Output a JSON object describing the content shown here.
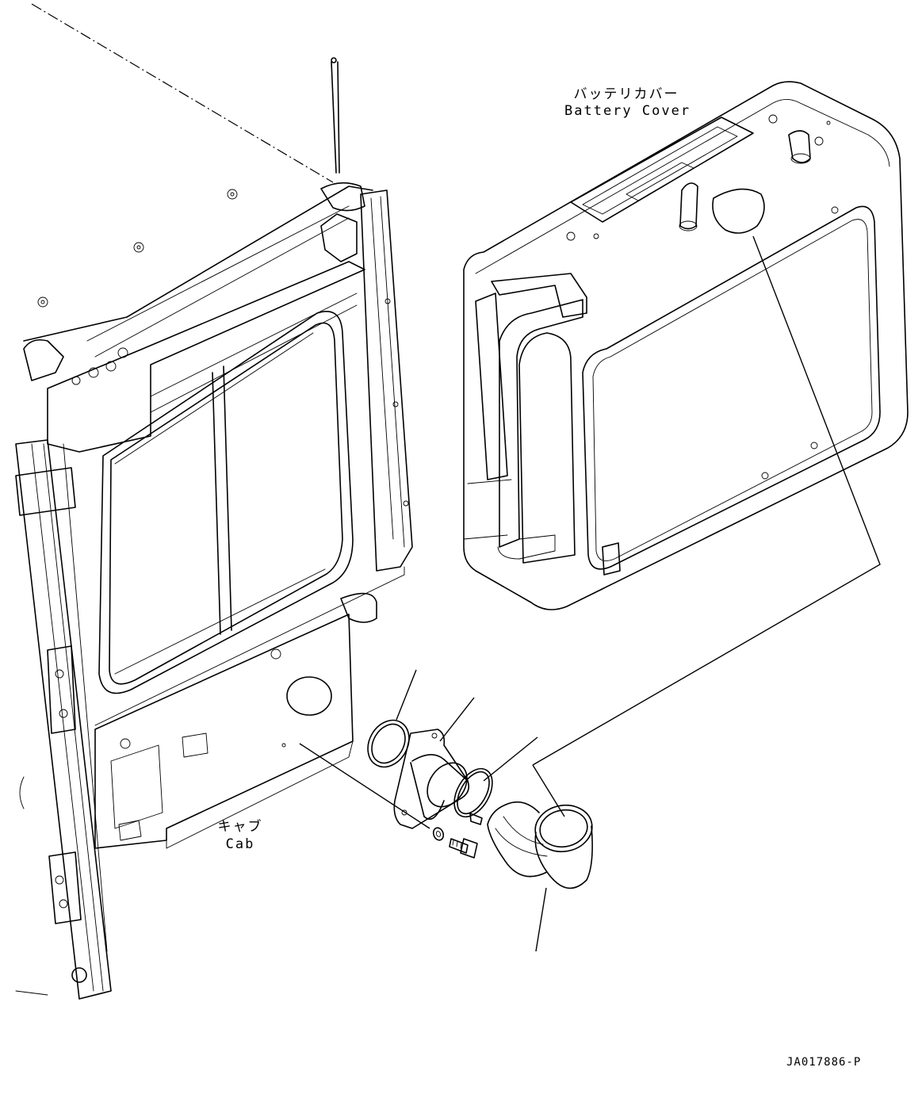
{
  "labels": {
    "battery_cover_jp": "バッテリカバー",
    "battery_cover_en": "Battery Cover",
    "cab_jp": "キャブ",
    "cab_en": "Cab"
  },
  "figure_code": "JA017886-P",
  "parts": [
    {
      "name": "o-ring"
    },
    {
      "name": "flange-adapter"
    },
    {
      "name": "hose-clamp"
    },
    {
      "name": "elbow-hose"
    },
    {
      "name": "washer"
    },
    {
      "name": "bolt"
    }
  ]
}
